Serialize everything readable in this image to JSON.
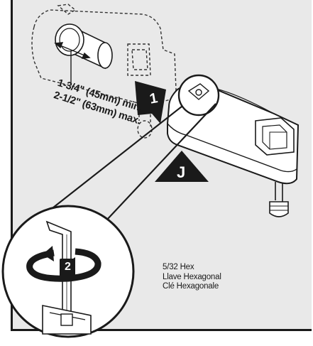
{
  "measurement": {
    "min_text": "1-3/4\" (45mm) min.",
    "max_text": "2-1/2\" (63mm) max."
  },
  "steps": {
    "step1": "1",
    "step2": "2"
  },
  "part_label": "J",
  "tool": {
    "line1": "5/32 Hex",
    "line2": "Llave Hexagonal",
    "line3": "Clé Hexagonale"
  },
  "colors": {
    "panel_background": "#e9e9e9",
    "ink": "#1a1a1a",
    "part_fill": "#ffffff"
  }
}
